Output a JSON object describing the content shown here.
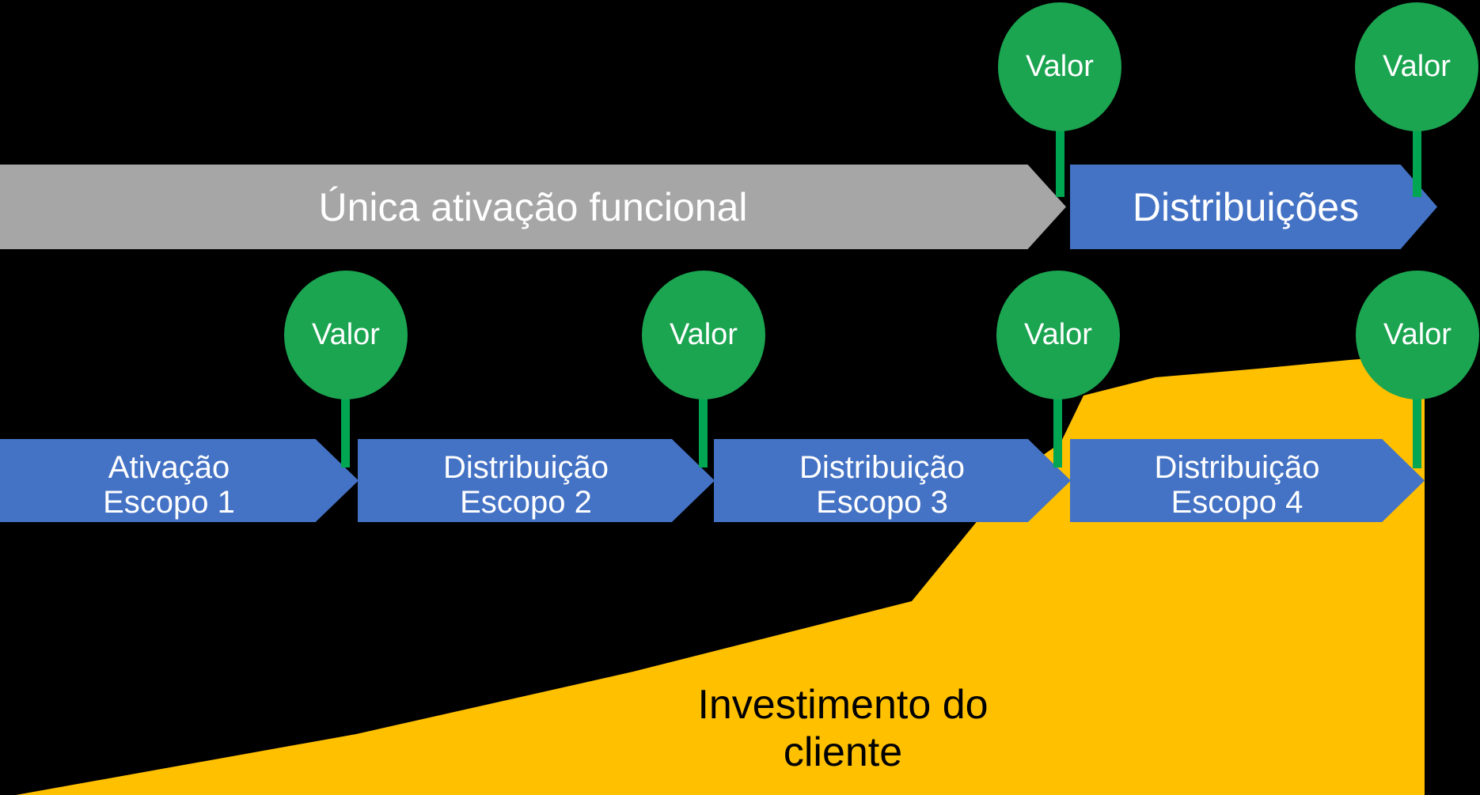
{
  "colors": {
    "background": "#000000",
    "gray_arrow": "#A6A6A6",
    "blue_arrow": "#4472C4",
    "green_circle": "#1BA551",
    "green_stem": "#00A651",
    "yellow_area": "#FFC000",
    "light_text": "#FFFFFF",
    "dark_text": "#000000"
  },
  "top_row": {
    "activation_arrow_label": "Única ativação funcional",
    "distribution_arrow_label": "Distribuições",
    "value_markers": [
      {
        "label": "Valor"
      },
      {
        "label": "Valor"
      }
    ]
  },
  "bottom_row": {
    "arrows": [
      {
        "line1": "Ativação",
        "line2": "Escopo 1"
      },
      {
        "line1": "Distribuição",
        "line2": "Escopo 2"
      },
      {
        "line1": "Distribuição",
        "line2": "Escopo 3"
      },
      {
        "line1": "Distribuição",
        "line2": "Escopo 4"
      }
    ],
    "value_markers": [
      {
        "label": "Valor"
      },
      {
        "label": "Valor"
      },
      {
        "label": "Valor"
      },
      {
        "label": "Valor"
      }
    ]
  },
  "investment_area": {
    "line1": "Investimento do",
    "line2": "cliente"
  }
}
